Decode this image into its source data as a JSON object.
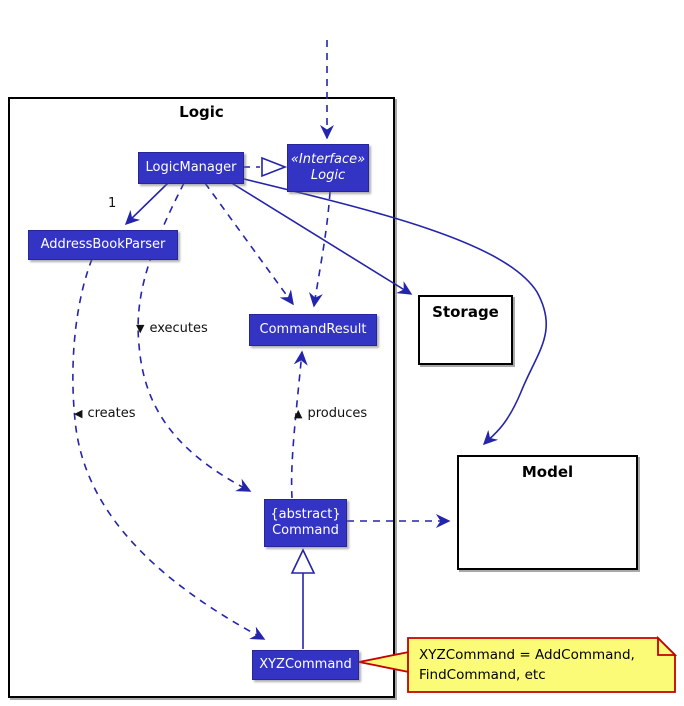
{
  "diagram_title": "Logic component class diagram",
  "colors": {
    "class_fill": "#3333C4",
    "class_border": "#26269a",
    "class_text": "#ffffff",
    "line_color": "#2424AC",
    "frame_border": "#000000",
    "note_fill": "#FBFB77",
    "note_border": "#C40000",
    "label_text": "#111111",
    "background": "#ffffff"
  },
  "frame": {
    "title": "Logic"
  },
  "nodes": {
    "logicManager": {
      "label": "LogicManager"
    },
    "interfaceLogic": {
      "stereotype": "«Interface»",
      "label": "Logic"
    },
    "addressBookParser": {
      "label": "AddressBookParser"
    },
    "commandResult": {
      "label": "CommandResult"
    },
    "command": {
      "stereotype": "{abstract}",
      "label": "Command"
    },
    "xyzCommand": {
      "label": "XYZCommand"
    },
    "storage": {
      "label": "Storage"
    },
    "model": {
      "label": "Model"
    }
  },
  "labels": {
    "multiplicity": "1",
    "executes": {
      "marker": "▼",
      "text": "executes"
    },
    "creates": {
      "marker": "◀",
      "text": "creates"
    },
    "produces": {
      "marker": "▲",
      "text": "produces"
    }
  },
  "note": {
    "line1": "XYZCommand = AddCommand,",
    "line2": "FindCommand, etc"
  },
  "relationships": [
    "external ..> Logic (dashed arrow from top)",
    "LogicManager ..|> Logic (realization)",
    "LogicManager --> 1 AddressBookParser",
    "LogicManager ..> CommandResult",
    "Logic ..> CommandResult",
    "LogicManager ..> Command : executes",
    "LogicManager --> Storage",
    "LogicManager --> Model",
    "AddressBookParser ..> XYZCommand : creates",
    "Command ..> CommandResult : produces",
    "Command ..> Model",
    "XYZCommand --|> Command",
    "note right of XYZCommand"
  ]
}
